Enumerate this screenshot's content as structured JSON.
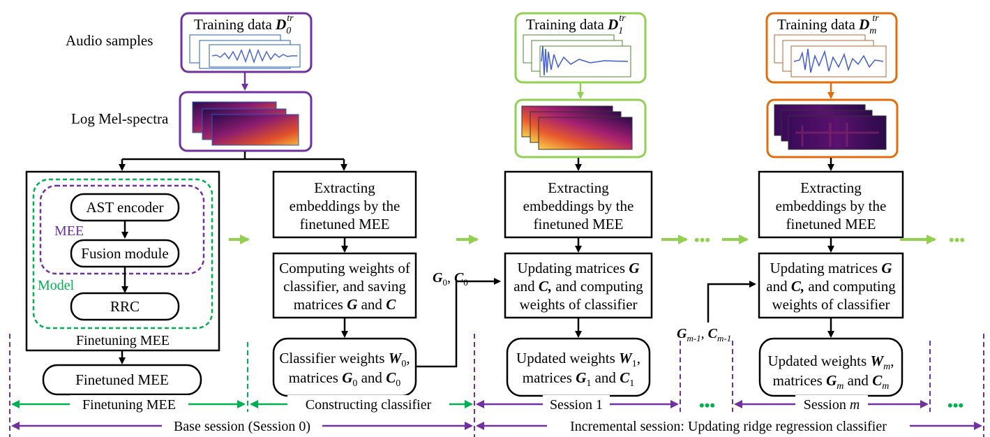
{
  "colors": {
    "purple": "#7030a0",
    "green": "#92d050",
    "dark_green": "#00b050",
    "orange": "#e36c0a",
    "wave_blue": "#1f3fd1",
    "black": "#000000"
  },
  "labels": {
    "audio_samples": "Audio samples",
    "log_mel": "Log Mel-spectra"
  },
  "training": [
    {
      "prefix": "Training data ",
      "symbol": "D",
      "sub": "0",
      "sup": "tr"
    },
    {
      "prefix": "Training data ",
      "symbol": "D",
      "sub": "1",
      "sup": "tr"
    },
    {
      "prefix": "Training data ",
      "symbol": "D",
      "sub": "m",
      "sup": "tr"
    }
  ],
  "model": {
    "ast": "AST encoder",
    "fusion": "Fusion module",
    "rrc": "RRC",
    "mee_label": "MEE",
    "model_label": "Model",
    "caption": "Finetuning MEE",
    "finetuned": "Finetuned MEE"
  },
  "extract": {
    "line1": "Extracting",
    "line2": "embeddings by the",
    "line3": "finetuned MEE"
  },
  "compute": {
    "line1": "Computing weights of",
    "line2": "classifier, and saving",
    "line3_prefix": "matrices ",
    "G": "G",
    "and": " and ",
    "C": "C"
  },
  "update": {
    "line1_prefix": "Updating matrices ",
    "G": "G",
    "line2_prefix": "and ",
    "C": "C,",
    "line2_suffix": " and computing",
    "line3": "weights of classifier"
  },
  "weights0": {
    "line1_prefix": "Classifier weights ",
    "W": "W",
    "sub": "0",
    "comma": ",",
    "line2_prefix": "matrices ",
    "G": "G",
    "and": " and ",
    "C": "C",
    "gsub": "0",
    "csub": "0"
  },
  "weights1": {
    "line1_prefix": "Updated weights ",
    "W": "W",
    "sub": "1",
    "comma": ",",
    "line2_prefix": "matrices ",
    "G": "G",
    "and": " and ",
    "C": "C",
    "gsub": "1",
    "csub": "1"
  },
  "weightsm": {
    "line1_prefix": "Updated weights ",
    "W": "W",
    "sub": "m",
    "comma": ",",
    "line2_prefix": "matrices ",
    "G": "G",
    "and": " and ",
    "C": "C",
    "gsub": "m",
    "csub": "m"
  },
  "transfer0": {
    "G": "G",
    "gsub": "0",
    "sep": ", ",
    "C": "C",
    "csub": "0"
  },
  "transferm": {
    "G": "G",
    "gsub": "m-1",
    "sep": ", ",
    "C": "C",
    "csub": "m-1"
  },
  "ellipsis": "•••",
  "stages": {
    "finetuning": "Finetuning MEE",
    "constructing": "Constructing classifier",
    "session1": "Session 1",
    "sessionm_prefix": "Session ",
    "sessionm_italic": "m"
  },
  "bottom": {
    "base": "Base session (Session 0)",
    "incremental": "Incremental session: Updating ridge regression classifier"
  }
}
